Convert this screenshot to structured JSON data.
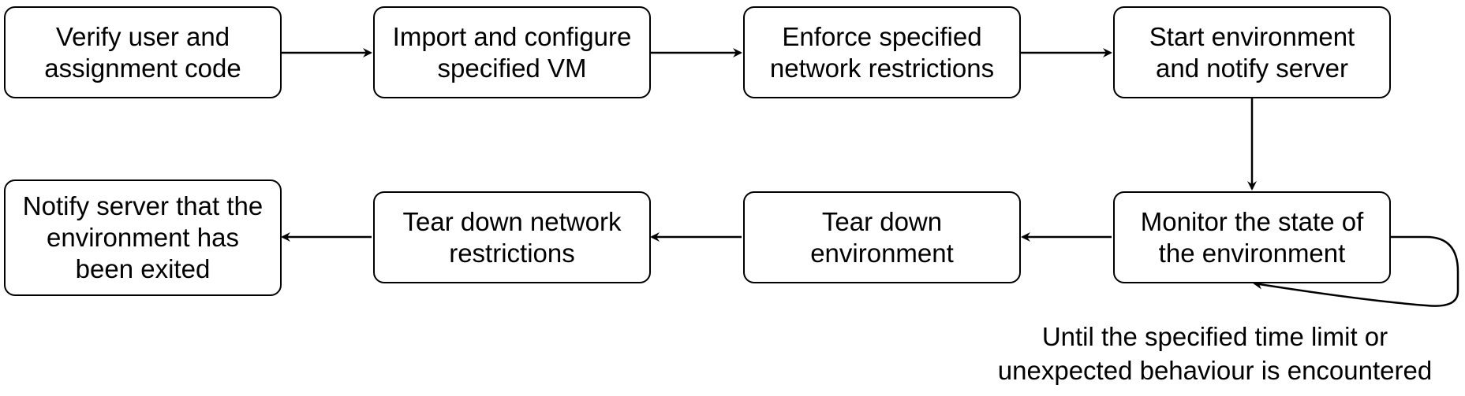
{
  "steps": [
    {
      "id": "verify",
      "label": "Verify user and\nassignment code"
    },
    {
      "id": "import",
      "label": "Import and configure\nspecified VM"
    },
    {
      "id": "enforce",
      "label": "Enforce specified\nnetwork restrictions"
    },
    {
      "id": "start",
      "label": "Start environment\nand notify server"
    },
    {
      "id": "monitor",
      "label": "Monitor the state of\nthe environment"
    },
    {
      "id": "teardown-env",
      "label": "Tear down\nenvironment"
    },
    {
      "id": "teardown-net",
      "label": "Tear down network\nrestrictions"
    },
    {
      "id": "notify-exit",
      "label": "Notify server that the\nenvironment has\nbeen exited"
    }
  ],
  "loop_note": "Until the specified time limit or\nunexpected behaviour is encountered",
  "colors": {
    "stroke": "#000000",
    "background": "#ffffff"
  }
}
